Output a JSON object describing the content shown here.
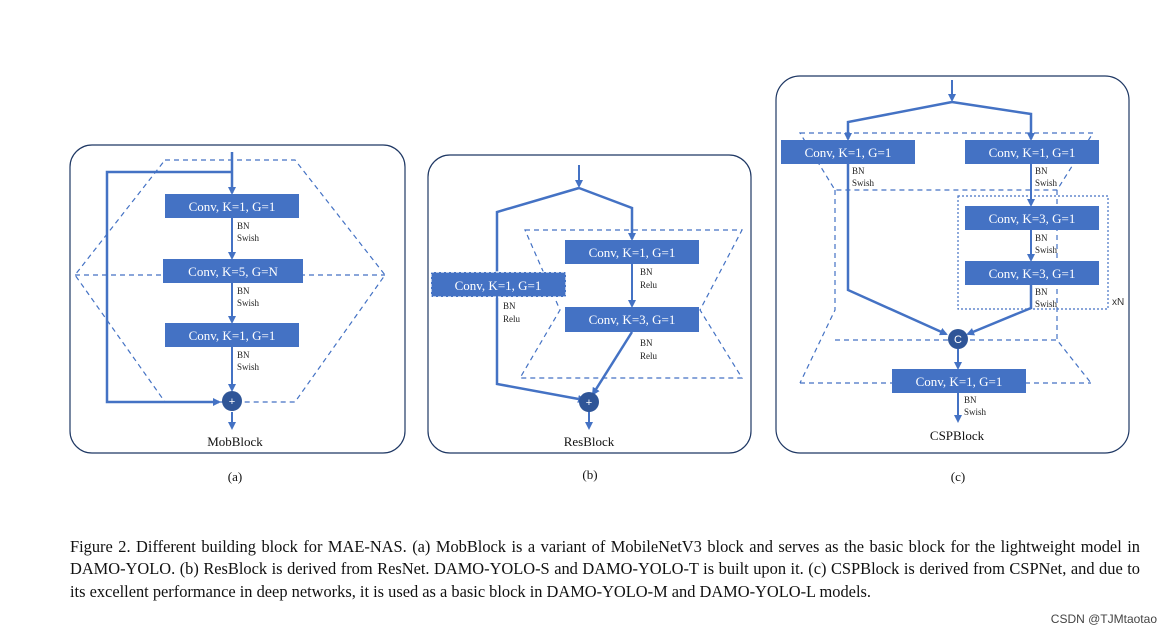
{
  "colors": {
    "accent": "#4472C4",
    "box": "#4472C4",
    "frame": "#1F3864"
  },
  "panel_a": {
    "name": "MobBlock",
    "tag": "(a)",
    "conv1": "Conv, K=1, G=1",
    "conv2": "Conv, K=5, G=N",
    "conv3": "Conv, K=1, G=1",
    "bn1": "BN",
    "act1": "Swish",
    "bn2": "BN",
    "act2": "Swish",
    "bn3": "BN",
    "act3": "Swish",
    "add": "+"
  },
  "panel_b": {
    "name": "ResBlock",
    "tag": "(b)",
    "conv_side": "Conv, K=1, G=1",
    "conv1": "Conv, K=1, G=1",
    "conv2": "Conv, K=3, G=1",
    "bn_side": "BN",
    "act_side": "Relu",
    "bn1": "BN",
    "act1": "Relu",
    "bn2": "BN",
    "act2": "Relu",
    "add": "+"
  },
  "panel_c": {
    "name": "CSPBlock",
    "tag": "(c)",
    "conv_left": "Conv, K=1, G=1",
    "conv_right": "Conv, K=1, G=1",
    "conv_r1": "Conv, K=3, G=1",
    "conv_r2": "Conv, K=3, G=1",
    "conv_out": "Conv, K=1, G=1",
    "bn_left": "BN",
    "act_left": "Swish",
    "bn_right": "BN",
    "act_right": "Swish",
    "bn_r1": "BN",
    "act_r1": "Swish",
    "bn_r2": "BN",
    "act_r2": "Swish",
    "bn_out": "BN",
    "act_out": "Swish",
    "concat": "C",
    "repeat": "xN"
  },
  "caption": "Figure 2. Different building block for MAE-NAS. (a) MobBlock is a variant of MobileNetV3 block and serves as the basic block for the lightweight model in DAMO-YOLO. (b) ResBlock is derived from ResNet. DAMO-YOLO-S and DAMO-YOLO-T is built upon it. (c) CSPBlock is derived from CSPNet, and due to its excellent performance in deep networks, it is used as a basic block in DAMO-YOLO-M and DAMO-YOLO-L models.",
  "watermark": "CSDN @TJMtaotao"
}
